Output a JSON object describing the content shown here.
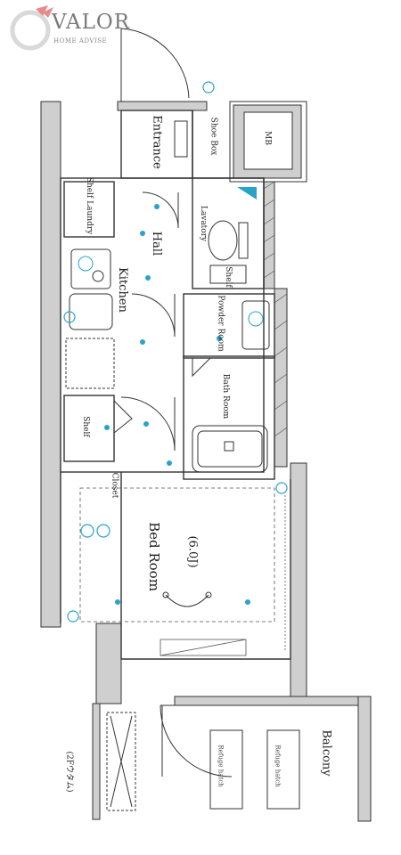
{
  "brand": {
    "name": "VALOR",
    "subtitle": "HOME ADVISE",
    "accent_color": "#e8898a"
  },
  "rooms": {
    "entrance": "Entrance",
    "shoe_box": "Shoe Box",
    "mb": "MB",
    "shelf_laundry": "Shelf Laundry",
    "hall": "Hall",
    "lavatory": "Lavatory",
    "kitchen": "Kitchen",
    "powder_room": "Powder Room",
    "shelf": "Shelf",
    "bath_room": "Bath Room",
    "closet": "Closet",
    "bed_room": "Bed Room",
    "bed_room_size": "(6.0J)",
    "balcony": "Balcony",
    "refuge_hatch_1": "Refuge hatch",
    "refuge_hatch_2": "Refuge hatch",
    "outdoor_unit": "(2Fウタム)"
  },
  "colors": {
    "wall": "#cfcfcf",
    "line": "#333333",
    "fixture": "#2aa3c8"
  }
}
